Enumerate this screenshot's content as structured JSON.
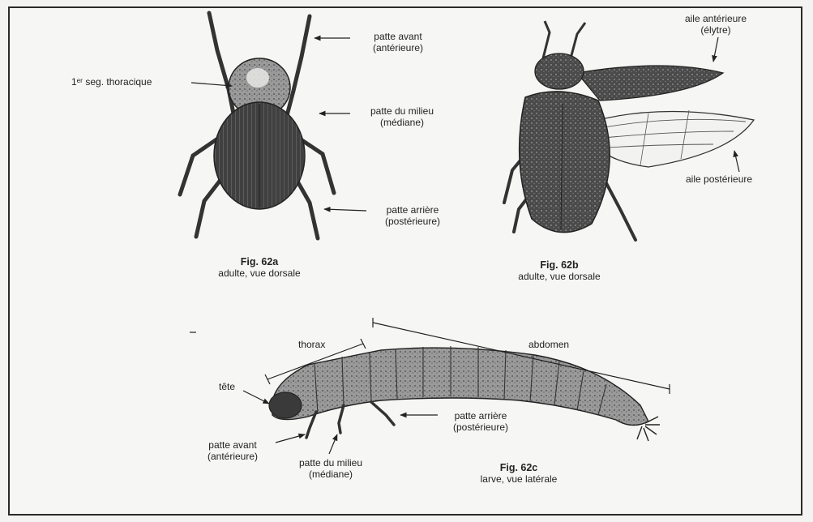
{
  "fig_a": {
    "label_leg_front_1": "patte avant",
    "label_leg_front_2": "(antérieure)",
    "label_thorax_seg": "1ᵉʳ seg. thoracique",
    "label_leg_mid_1": "patte du milieu",
    "label_leg_mid_2": "(médiane)",
    "label_leg_back_1": "patte arrière",
    "label_leg_back_2": "(postérieure)",
    "caption_title": "Fig. 62a",
    "caption_sub": "adulte, vue dorsale"
  },
  "fig_b": {
    "label_front_wing_1": "aile antérieure",
    "label_front_wing_2": "(élytre)",
    "label_hind_wing": "aile postérieure",
    "caption_title": "Fig. 62b",
    "caption_sub": "adulte, vue dorsale"
  },
  "fig_c": {
    "label_thorax": "thorax",
    "label_abdomen": "abdomen",
    "label_head": "tête",
    "label_leg_front_1": "patte avant",
    "label_leg_front_2": "(antérieure)",
    "label_leg_mid_1": "patte du milieu",
    "label_leg_mid_2": "(médiane)",
    "label_leg_back_1": "patte arrière",
    "label_leg_back_2": "(postérieure)",
    "caption_title": "Fig. 62c",
    "caption_sub": "larve, vue latérale"
  },
  "colors": {
    "ink": "#222222",
    "body_dark": "#3a3a3a",
    "body_mid": "#6a6a6a",
    "paper": "#f6f6f4"
  }
}
